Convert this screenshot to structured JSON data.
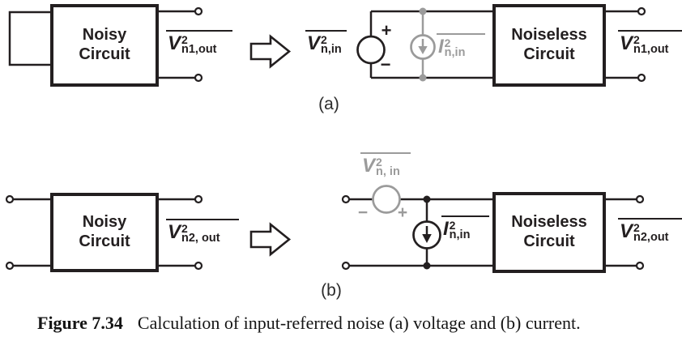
{
  "colors": {
    "ink": "#231f20",
    "gray": "#9b9b9b",
    "background": "#ffffff"
  },
  "caption": {
    "label": "Figure 7.34",
    "text": "Calculation of input-referred noise (a) voltage and (b) current."
  },
  "part_a": {
    "label": "(a)",
    "noisy_box": {
      "line1": "Noisy",
      "line2": "Circuit"
    },
    "noiseless_box": {
      "line1": "Noiseless",
      "line2": "Circuit"
    },
    "out_left": {
      "base": "V",
      "sup": "2",
      "sub": "n1,out"
    },
    "out_right": {
      "base": "V",
      "sup": "2",
      "sub": "n1,out"
    },
    "v_in": {
      "base": "V",
      "sup": "2",
      "sub": "n,in"
    },
    "i_in": {
      "base": "I",
      "sup": "2",
      "sub": "n,in"
    },
    "plus": "+",
    "minus": "−"
  },
  "part_b": {
    "label": "(b)",
    "noisy_box": {
      "line1": "Noisy",
      "line2": "Circuit"
    },
    "noiseless_box": {
      "line1": "Noiseless",
      "line2": "Circuit"
    },
    "out_left": {
      "base": "V",
      "sup": "2",
      "sub": "n2, out"
    },
    "out_right": {
      "base": "V",
      "sup": "2",
      "sub": "n2,out"
    },
    "v_in": {
      "base": "V",
      "sup": "2",
      "sub": "n, in"
    },
    "i_in": {
      "base": "I",
      "sup": "2",
      "sub": "n,in"
    },
    "plus": "+",
    "minus": "−"
  }
}
